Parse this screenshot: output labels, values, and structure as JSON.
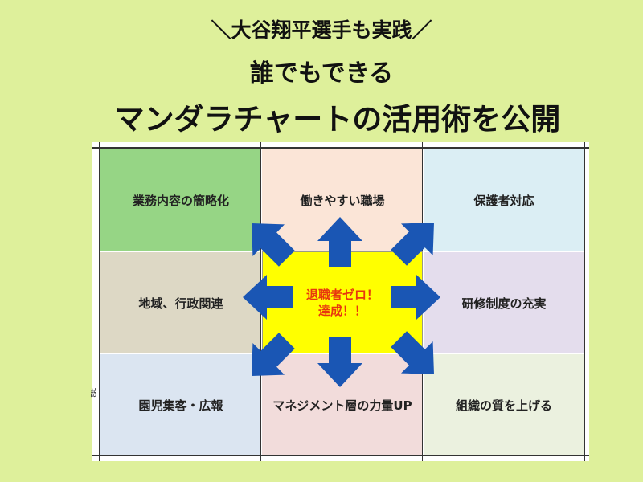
{
  "header": {
    "line1": "＼大谷翔平選手も実践／",
    "line2": "誰でもできる",
    "line3": "マンダラチャートの活用術を公開"
  },
  "mandala": {
    "center": {
      "line1": "退職者ゼロ！",
      "line2": "達成！！"
    },
    "cells": [
      {
        "label": "業務内容の簡略化",
        "color": "#96d585"
      },
      {
        "label": "働きやすい職場",
        "color": "#fbe5d7"
      },
      {
        "label": "保護者対応",
        "color": "#dbeef4"
      },
      {
        "label": "地域、行政関連",
        "color": "#ddd8c5"
      },
      {
        "label": "研修制度の充実",
        "color": "#e4dded"
      },
      {
        "label": "園児集客・広報",
        "color": "#dbe5f1"
      },
      {
        "label": "マネジメント層の力量UP",
        "color": "#f2dcdb"
      },
      {
        "label": "組織の質を上げる",
        "color": "#ebf1df"
      }
    ],
    "edge_glyph": "設",
    "arrow_color": "#1a56b4",
    "center_color": "#ffff00",
    "center_text_color": "#e8360e"
  }
}
